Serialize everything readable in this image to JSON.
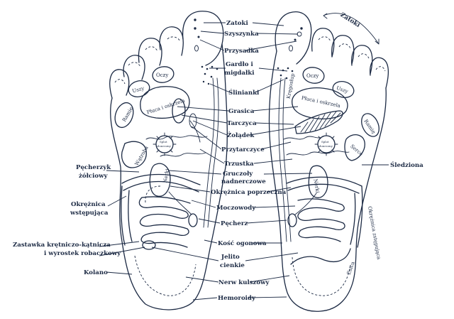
{
  "labels": {
    "zatoki": "Zatoki",
    "zatoki_right": "Zatoki",
    "szyszynka": "Szyszynka",
    "przysadka": "Przysadka",
    "gardlo": "Gardło i",
    "migdalki": "migdałki",
    "slinianki": "Ślinianki",
    "grasica": "Grasica",
    "tarczyca": "Tarczyca",
    "zoladek": "Żołądek",
    "przytarczyce": "Przytarczyce",
    "trzustka": "Trzustka",
    "gruczoly": "Gruczoły",
    "nadnerczowe": "nadnerczowe",
    "okreznica_poprzeczna": "Okrężnica poprzeczna",
    "moczowody": "Moczowody",
    "pecherz": "Pęcherz",
    "kosc_ogonowa": "Kość ogonowa",
    "jelito": "Jelito",
    "cienkie": "cienkie",
    "nerw_kulszowy": "Nerw kulszowy",
    "hemoroidy": "Hemoroidy",
    "pecherzyk": "Pęcherzyk",
    "zolciowy": "żółciowy",
    "okreznica_wstepujaca_1": "Okrężnica",
    "okreznica_wstepujaca_2": "wstępująca",
    "zastawka_1": "Zastawka krętniczo-kątnicza",
    "zastawka_2": "i wyrostek robaczkowy",
    "kolano": "Kolano",
    "sledziona": "Śledziona"
  },
  "in_foot": {
    "uszy_left": "Uszy",
    "oczy_left": "Oczy",
    "pluca_left": "Płuca i oskrzela",
    "ramie_left": "Ramię",
    "splot_left_1": "Splot",
    "splot_left_2": "słoneczny",
    "watroba": "Wątroba",
    "nerki_left": "Nerki",
    "kregoslup": "Kręgosłup",
    "oczy_right": "Oczy",
    "uszy_right": "Uszy",
    "pluca_right": "Płuca i oskrzela",
    "ramie_right": "Ramię",
    "splot_right_1": "Splot",
    "splot_right_2": "słoneczny",
    "serce": "Serce",
    "nerki_right": "Nerki",
    "okreznica_zstepujaca": "Okrężnica zstępująca",
    "esica": "Esica"
  }
}
